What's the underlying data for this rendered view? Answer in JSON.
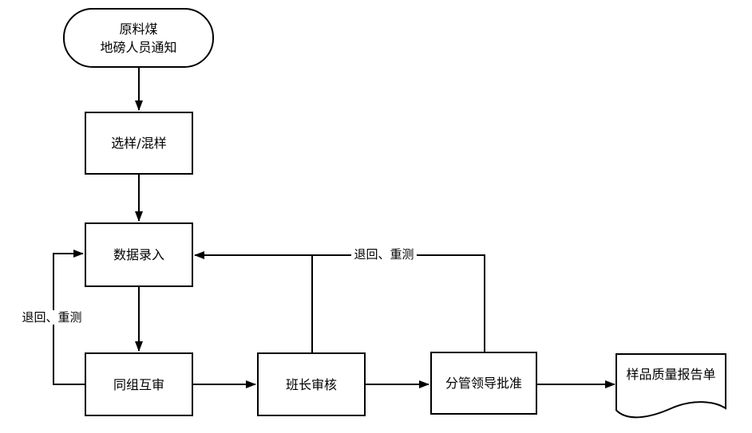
{
  "diagram": {
    "type": "flowchart",
    "background_color": "#ffffff",
    "stroke_color": "#000000",
    "nodes": {
      "start": {
        "shape": "terminator",
        "line1": "原料煤",
        "line2": "地磅人员通知"
      },
      "sampling": {
        "shape": "process",
        "label": "选样/混样"
      },
      "data_entry": {
        "shape": "process",
        "label": "数据录入"
      },
      "peer_review": {
        "shape": "process",
        "label": "同组互审"
      },
      "shift_leader_review": {
        "shape": "process",
        "label": "班长审核"
      },
      "leader_approval": {
        "shape": "process",
        "label": "分管领导批准"
      },
      "report": {
        "shape": "document",
        "label": "样品质量报告单"
      }
    },
    "edges": {
      "left_feedback_label": "退回、重测",
      "top_feedback_label": "退回、重测"
    }
  }
}
